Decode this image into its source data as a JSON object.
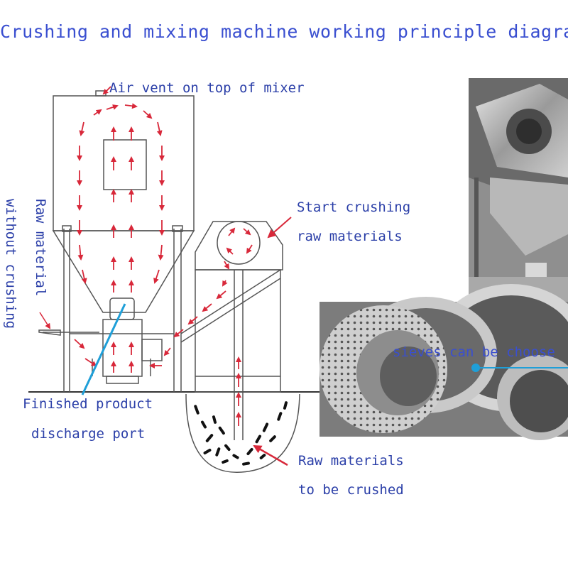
{
  "title": "Crushing and mixing machine working principle diagram",
  "labels": {
    "air_vent": "Air vent on top of mixer",
    "start_crushing_1": "Start crushing",
    "start_crushing_2": "raw materials",
    "raw_no_crush_1": "Raw material",
    "raw_no_crush_2": "without crushing",
    "finished_1": "Finished product",
    "finished_2": "discharge port",
    "raw_to_crush_1": "Raw materials",
    "raw_to_crush_2": "to be crushed",
    "sieves": "sieves can be choose"
  },
  "colors": {
    "text": "#2b3fa8",
    "arrow": "#d8283a",
    "pointer_blue": "#1f9fd8",
    "line": "#555555"
  }
}
